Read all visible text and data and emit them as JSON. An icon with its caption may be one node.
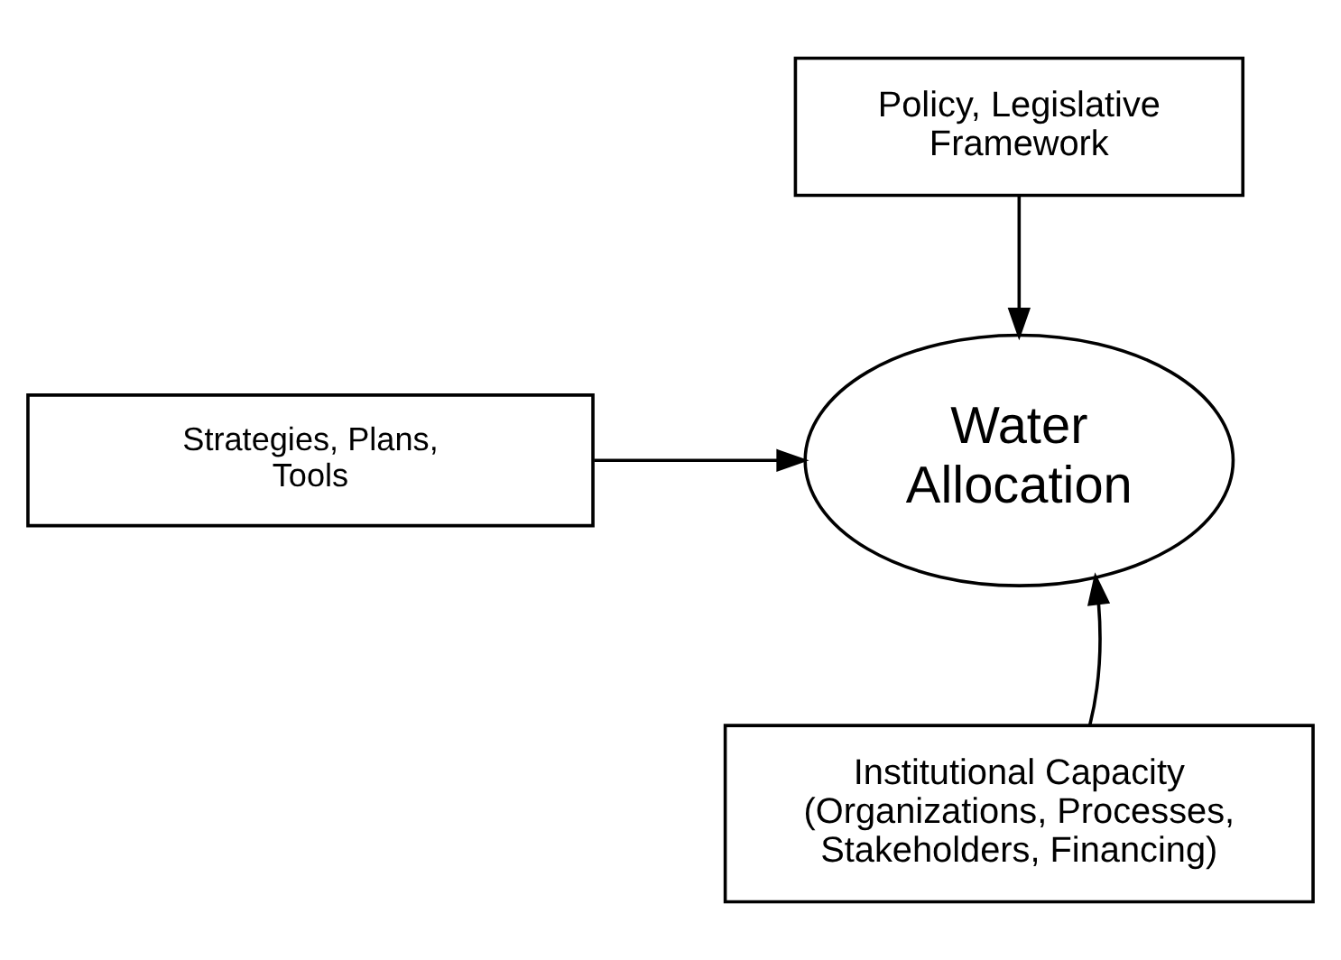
{
  "diagram": {
    "nodes": [
      {
        "text": [
          "Policy, Legislative Framework"
        ]
      },
      {
        "text": [
          "Strategies, Plans, Tools"
        ]
      },
      {
        "text": [
          "Water Allocation"
        ]
      },
      {
        "text": [
          "Institutional Capacity (Organizations, Processes, Stakeholders, Financing)"
        ]
      }
    ],
    "edges": [
      {
        "from": 0,
        "to": 2,
        "arrow": "to"
      },
      {
        "from": 1,
        "to": 2,
        "arrow": "to"
      },
      {
        "from": 3,
        "to": 2,
        "arrow": "to"
      }
    ]
  }
}
